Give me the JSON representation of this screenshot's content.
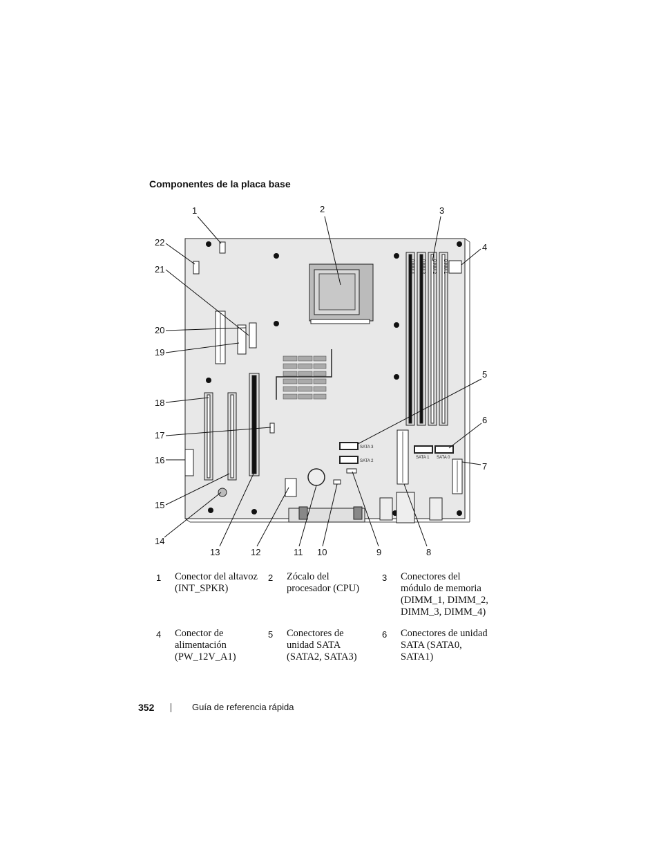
{
  "heading": "Componentes de la placa base",
  "callouts": [
    "1",
    "2",
    "3",
    "4",
    "5",
    "6",
    "7",
    "8",
    "9",
    "10",
    "11",
    "12",
    "13",
    "14",
    "15",
    "16",
    "17",
    "18",
    "19",
    "20",
    "21",
    "22"
  ],
  "silkscreen": {
    "sata3": "SATA 3",
    "sata2": "SATA 2",
    "sata1": "SATA 1",
    "sata0": "SATA 0",
    "dimm4": "DIMM 4",
    "dimm3": "DIMM 3",
    "dimm2": "DIMM 2",
    "dimm1": "DIMM 1"
  },
  "legend": [
    [
      {
        "num": "1",
        "text": "Conector del altavoz\n(INT_SPKR)"
      },
      {
        "num": "2",
        "text": "Zócalo del\nprocesador (CPU)"
      },
      {
        "num": "3",
        "text": "Conectores del\nmódulo de memoria\n(DIMM_1, DIMM_2,\nDIMM_3, DIMM_4)"
      }
    ],
    [
      {
        "num": "4",
        "text": "Conector de\nalimentación\n(PW_12V_A1)"
      },
      {
        "num": "5",
        "text": "Conectores de\nunidad SATA\n(SATA2, SATA3)"
      },
      {
        "num": "6",
        "text": "Conectores de unidad\nSATA (SATA0,\nSATA1)"
      }
    ]
  ],
  "footer": {
    "page_number": "352",
    "title": "Guía de referencia rápida"
  }
}
